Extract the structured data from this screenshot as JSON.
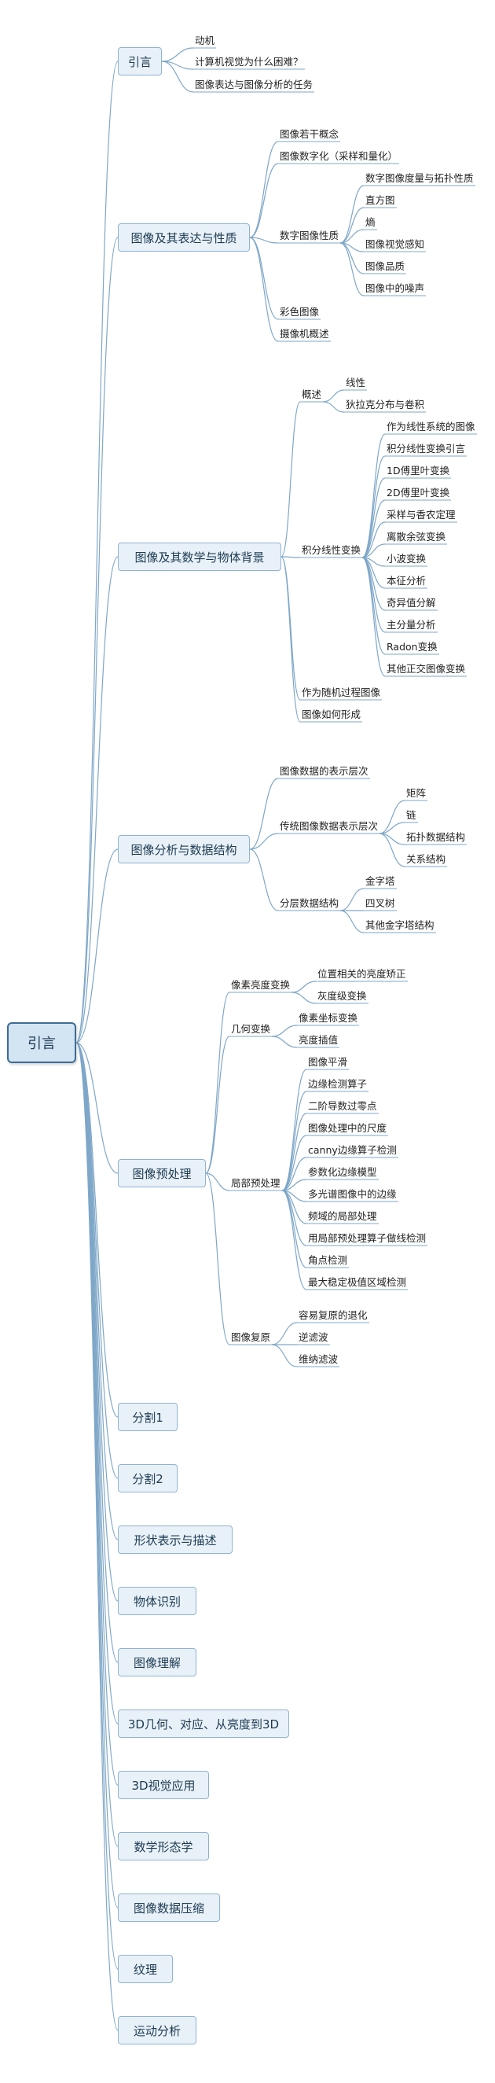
{
  "colors": {
    "line": "#7fa7c8",
    "box_fill": "#e9f1f8",
    "box_border": "#8db3d2",
    "root_border": "#3d6d95"
  },
  "root": "引言",
  "branches": [
    {
      "label": "引言",
      "children": [
        {
          "label": "动机"
        },
        {
          "label": "计算机视觉为什么困难？"
        },
        {
          "label": "图像表达与图像分析的任务"
        }
      ]
    },
    {
      "label": "图像及其表达与性质",
      "children": [
        {
          "label": "图像若干概念"
        },
        {
          "label": "图像数字化（采样和量化）"
        },
        {
          "label": "数字图像性质",
          "children": [
            {
              "label": "数字图像度量与拓扑性质"
            },
            {
              "label": "直方图"
            },
            {
              "label": "熵"
            },
            {
              "label": "图像视觉感知"
            },
            {
              "label": "图像品质"
            },
            {
              "label": "图像中的噪声"
            }
          ]
        },
        {
          "label": "彩色图像"
        },
        {
          "label": "摄像机概述"
        }
      ]
    },
    {
      "label": "图像及其数学与物体背景",
      "children": [
        {
          "label": "概述",
          "children": [
            {
              "label": "线性"
            },
            {
              "label": "狄拉克分布与卷积"
            }
          ]
        },
        {
          "label": "积分线性变换",
          "children": [
            {
              "label": "作为线性系统的图像"
            },
            {
              "label": "积分线性变换引言"
            },
            {
              "label": "1D傅里叶变换"
            },
            {
              "label": "2D傅里叶变换"
            },
            {
              "label": "采样与香农定理"
            },
            {
              "label": "离散余弦变换"
            },
            {
              "label": "小波变换"
            },
            {
              "label": "本征分析"
            },
            {
              "label": "奇异值分解"
            },
            {
              "label": "主分量分析"
            },
            {
              "label": "Radon变换"
            },
            {
              "label": "其他正交图像变换"
            }
          ]
        },
        {
          "label": "作为随机过程图像"
        },
        {
          "label": "图像如何形成"
        }
      ]
    },
    {
      "label": "图像分析与数据结构",
      "children": [
        {
          "label": "图像数据的表示层次"
        },
        {
          "label": "传统图像数据表示层次",
          "children": [
            {
              "label": "矩阵"
            },
            {
              "label": "链"
            },
            {
              "label": "拓扑数据结构"
            },
            {
              "label": "关系结构"
            }
          ]
        },
        {
          "label": "分层数据结构",
          "children": [
            {
              "label": "金字塔"
            },
            {
              "label": "四叉树"
            },
            {
              "label": "其他金字塔结构"
            }
          ]
        }
      ]
    },
    {
      "label": "图像预处理",
      "children": [
        {
          "label": "像素亮度变换",
          "children": [
            {
              "label": "位置相关的亮度矫正"
            },
            {
              "label": "灰度级变换"
            }
          ]
        },
        {
          "label": "几何变换",
          "children": [
            {
              "label": "像素坐标变换"
            },
            {
              "label": "亮度插值"
            }
          ]
        },
        {
          "label": "局部预处理",
          "children": [
            {
              "label": "图像平滑"
            },
            {
              "label": "边缘检测算子"
            },
            {
              "label": "二阶导数过零点"
            },
            {
              "label": "图像处理中的尺度"
            },
            {
              "label": "canny边缘算子检测"
            },
            {
              "label": "参数化边缘模型"
            },
            {
              "label": "多光谱图像中的边缘"
            },
            {
              "label": "频域的局部处理"
            },
            {
              "label": "用局部预处理算子做线检测"
            },
            {
              "label": "角点检测"
            },
            {
              "label": "最大稳定极值区域检测"
            }
          ]
        },
        {
          "label": "图像复原",
          "children": [
            {
              "label": "容易复原的退化"
            },
            {
              "label": "逆滤波"
            },
            {
              "label": "维纳滤波"
            }
          ]
        }
      ]
    },
    {
      "label": "分割1"
    },
    {
      "label": "分割2"
    },
    {
      "label": "形状表示与描述"
    },
    {
      "label": "物体识别"
    },
    {
      "label": "图像理解"
    },
    {
      "label": "3D几何、对应、从亮度到3D"
    },
    {
      "label": "3D视觉应用"
    },
    {
      "label": "数学形态学"
    },
    {
      "label": "图像数据压缩"
    },
    {
      "label": "纹理"
    },
    {
      "label": "运动分析"
    }
  ]
}
